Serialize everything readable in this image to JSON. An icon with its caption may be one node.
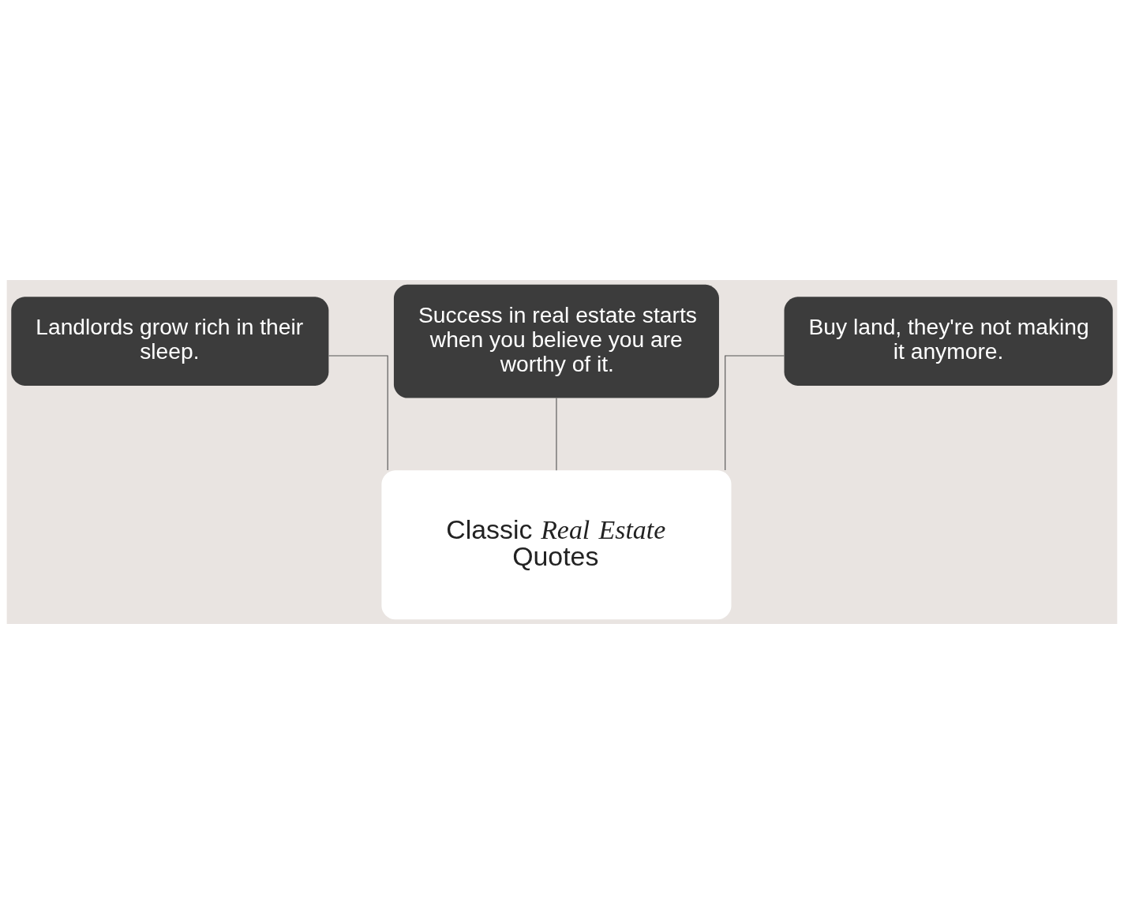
{
  "diagram": {
    "nodes": [
      {
        "text": [
          "Success in real estate starts when you believe you are worthy of it."
        ]
      },
      {
        "text": [
          "Landlords grow rich in their sleep."
        ]
      },
      {
        "text": [
          "Buy land, they're not making it anymore."
        ]
      },
      {
        "text": [
          "Classic *Real Estate* Quotes"
        ]
      }
    ],
    "edges": [
      {
        "from": 3,
        "to": 0,
        "arrow": "none"
      },
      {
        "from": 3,
        "to": 1,
        "arrow": "none"
      },
      {
        "from": 3,
        "to": 2,
        "arrow": "none"
      }
    ]
  }
}
